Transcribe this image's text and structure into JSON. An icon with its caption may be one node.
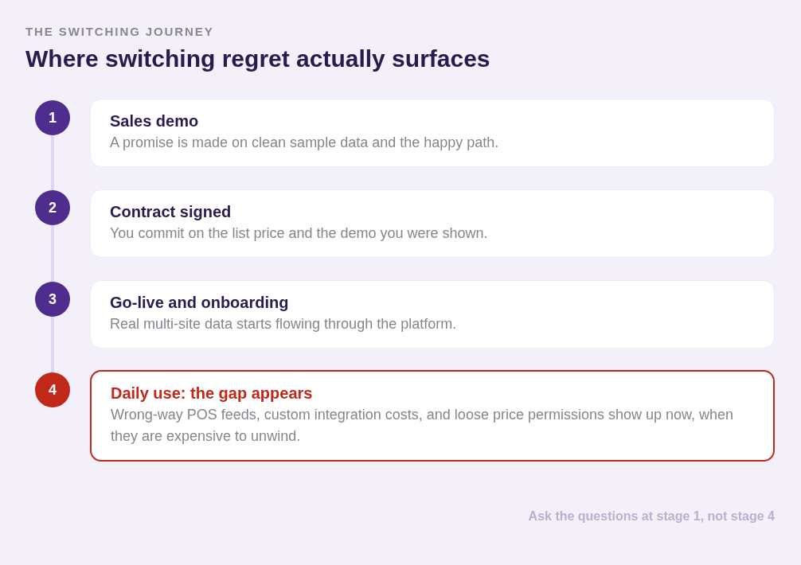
{
  "diagram": {
    "title": "Where switching regret actually surfaces",
    "nodes": [
      {
        "text": [
          "1"
        ]
      },
      {
        "text": [
          "Sales demo",
          "A promise is made on clean sample data and the happy path."
        ]
      },
      {
        "text": [
          "2"
        ]
      },
      {
        "text": [
          "Contract signed",
          "You commit on the list price and the demo you were shown."
        ]
      },
      {
        "text": [
          "3"
        ]
      },
      {
        "text": [
          "Go-live and onboarding",
          "Real multi-site data starts flowing through the platform."
        ]
      },
      {
        "text": [
          "4"
        ]
      },
      {
        "text": [
          "Daily use: the gap appears",
          "Wrong-way POS feeds, custom integration costs, and loose price permissions show up now, when they are expensive to unwind."
        ]
      }
    ],
    "edges": [
      {
        "from": 0,
        "to": 2,
        "arrow": "none"
      },
      {
        "from": 2,
        "to": 4,
        "arrow": "none"
      },
      {
        "from": 4,
        "to": 6,
        "arrow": "none"
      }
    ],
    "labels": [
      "THE SWITCHING JOURNEY",
      "Ask the questions at stage 1, not stage 4"
    ]
  }
}
